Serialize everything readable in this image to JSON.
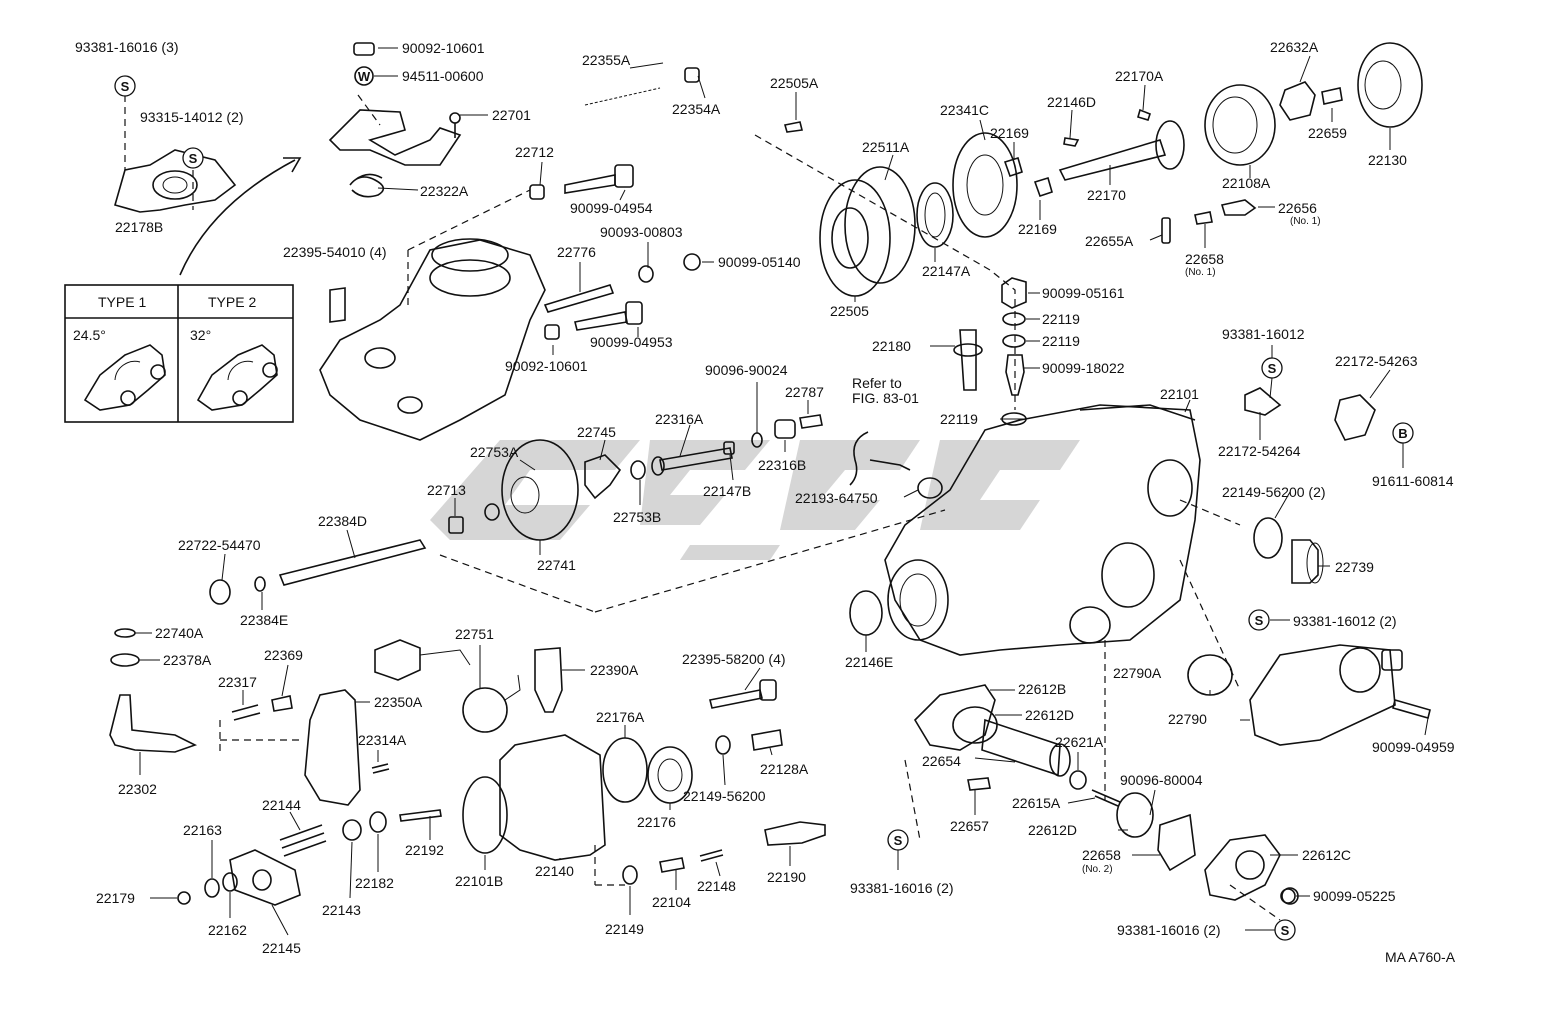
{
  "diagram_code": "MA A760-A",
  "reference_note": {
    "line1": "Refer to",
    "line2": "FIG. 83-01"
  },
  "type_box": {
    "type1_label": "TYPE 1",
    "type2_label": "TYPE 2",
    "type1_angle": "24.5°",
    "type2_angle": "32°"
  },
  "symbols": {
    "s": "S",
    "w": "W",
    "b": "B"
  },
  "parts": {
    "p93381_16016_3": "93381-16016 (3)",
    "p93315_14012_2": "93315-14012 (2)",
    "p22178B": "22178B",
    "p90092_10601_top": "90092-10601",
    "p94511_00600": "94511-00600",
    "p22701": "22701",
    "p22322A": "22322A",
    "p22355A": "22355A",
    "p22354A": "22354A",
    "p22505A": "22505A",
    "p22712": "22712",
    "p90099_04954": "90099-04954",
    "p22395_54010_4": "22395-54010 (4)",
    "p22776": "22776",
    "p90093_00803": "90093-00803",
    "p90099_05140": "90099-05140",
    "p90099_04953": "90099-04953",
    "p90092_10601_mid": "90092-10601",
    "p22511A": "22511A",
    "p22341C": "22341C",
    "p22169_a": "22169",
    "p22169_b": "22169",
    "p22146D": "22146D",
    "p22170A": "22170A",
    "p22170": "22170",
    "p22632A": "22632A",
    "p22659": "22659",
    "p22130": "22130",
    "p22108A": "22108A",
    "p22656": "22656",
    "p22656_note": "(No. 1)",
    "p22655A": "22655A",
    "p22658_a": "22658",
    "p22658_a_note": "(No. 1)",
    "p22147A": "22147A",
    "p22505": "22505",
    "p90099_05161": "90099-05161",
    "p22119_a": "22119",
    "p22119_b": "22119",
    "p22119_c": "22119",
    "p90099_18022": "90099-18022",
    "p22180": "22180",
    "p93381_16012": "93381-16012",
    "p22172_54263": "22172-54263",
    "p22172_54264": "22172-54264",
    "p91611_60814": "91611-60814",
    "p22101": "22101",
    "p90096_90024": "90096-90024",
    "p22787": "22787",
    "p22316A": "22316A",
    "p22316B": "22316B",
    "p22745": "22745",
    "p22753A": "22753A",
    "p22753B": "22753B",
    "p22147B": "22147B",
    "p22193_64750": "22193-64750",
    "p22713": "22713",
    "p22741": "22741",
    "p22384D": "22384D",
    "p22722_54470": "22722-54470",
    "p22384E": "22384E",
    "p22149_56200_2": "22149-56200 (2)",
    "p22739": "22739",
    "p93381_16012_2": "93381-16012 (2)",
    "p22146E": "22146E",
    "p22740A": "22740A",
    "p22378A": "22378A",
    "p22369": "22369",
    "p22317": "22317",
    "p22751": "22751",
    "p22390A": "22390A",
    "p22395_58200_4": "22395-58200 (4)",
    "p22350A": "22350A",
    "p22314A": "22314A",
    "p22302": "22302",
    "p22176A": "22176A",
    "p22128A": "22128A",
    "p22149_56200": "22149-56200",
    "p22176": "22176",
    "p22612B": "22612B",
    "p22612D_a": "22612D",
    "p22654": "22654",
    "p22621A": "22621A",
    "p22790A": "22790A",
    "p22790": "22790",
    "p90099_04959": "90099-04959",
    "p22144": "22144",
    "p22163": "22163",
    "p22179": "22179",
    "p22162": "22162",
    "p22145": "22145",
    "p22143": "22143",
    "p22182": "22182",
    "p22192": "22192",
    "p22101B": "22101B",
    "p22140": "22140",
    "p22149": "22149",
    "p22104": "22104",
    "p22148": "22148",
    "p22190": "22190",
    "p22657": "22657",
    "p22615A": "22615A",
    "p90096_80004": "90096-80004",
    "p22612D_b": "22612D",
    "p22658_b": "22658",
    "p22658_b_note": "(No. 2)",
    "p22612C": "22612C",
    "p90099_05225": "90099-05225",
    "p93381_16016_2_a": "93381-16016 (2)",
    "p93381_16016_2_b": "93381-16016 (2)"
  }
}
